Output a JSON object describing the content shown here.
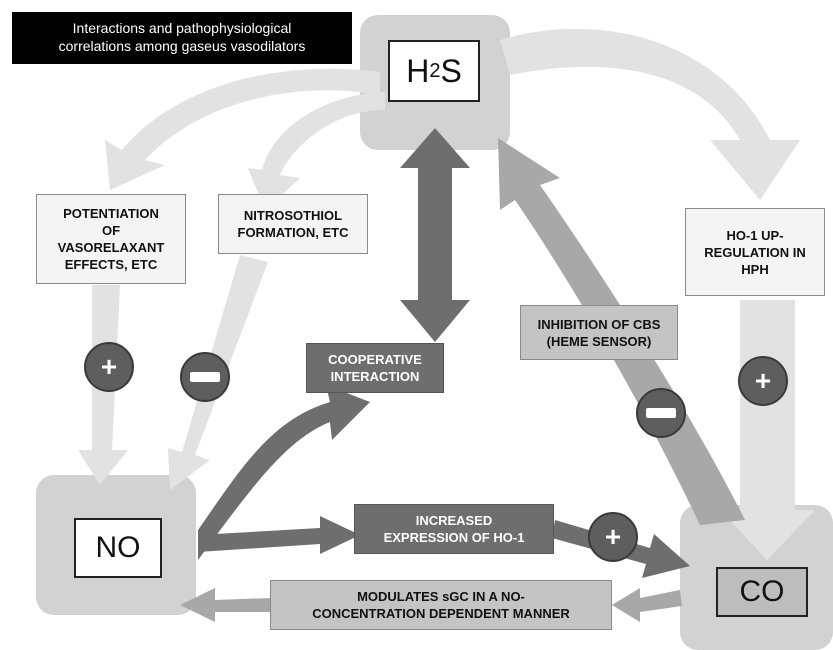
{
  "title": {
    "line1": "Interactions and pathophysiological",
    "line2": "correlations among gaseus vasodilators"
  },
  "nodes": {
    "h2s": {
      "main": "H",
      "sub": "2",
      "tail": "S"
    },
    "no": "NO",
    "co": "CO"
  },
  "labels": {
    "potentiation": "POTENTIATION\nOF\nVASORELAXANT\nEFFECTS, ETC",
    "nitrosothiol": "NITROSOTHIOL\nFORMATION, ETC",
    "ho1_upregulation": "HO-1 UP-\nREGULATION IN\nHPH",
    "inhibition_cbs": "INHIBITION OF CBS\n(HEME SENSOR)",
    "cooperative": "COOPERATIVE\nINTERACTION",
    "increased_expression": "INCREASED\nEXPRESSION OF HO-1",
    "modulates": "MODULATES  sGC IN A NO-\nCONCENTRATION DEPENDENT MANNER"
  },
  "signs": {
    "potentiation": "+",
    "nitrosothiol": "−",
    "inhibition_cbs": "−",
    "ho1_upregulation": "+",
    "increased_expression": "+"
  },
  "colors": {
    "light_arrow": "#e2e2e2",
    "mid_arrow": "#a8a8a8",
    "dark_arrow": "#6e6e6e",
    "node_bg": "#d2d2d2"
  }
}
